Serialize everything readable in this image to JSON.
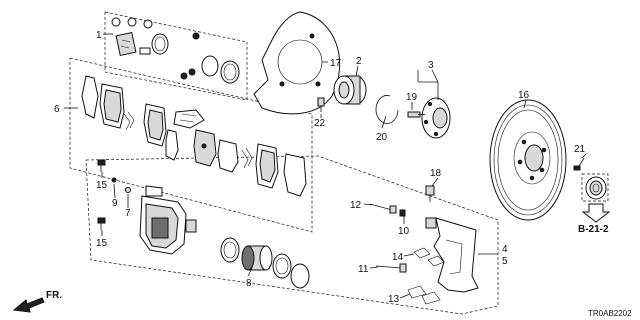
{
  "diagram": {
    "callouts": [
      "1",
      "2",
      "3",
      "4",
      "5",
      "6",
      "7",
      "8",
      "9",
      "10",
      "11",
      "12",
      "13",
      "14",
      "15",
      "15",
      "16",
      "17",
      "18",
      "19",
      "20",
      "21",
      "22"
    ],
    "reference": "B-21-2",
    "direction": "FR.",
    "drawing_code": "TR0AB2202"
  }
}
